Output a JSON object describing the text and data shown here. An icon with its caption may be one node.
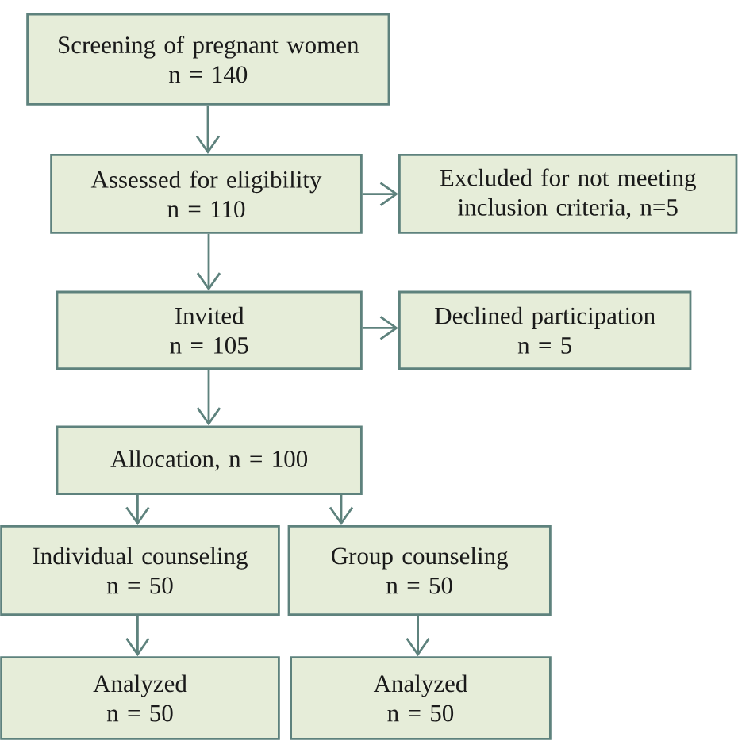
{
  "diagram": {
    "nodes": [
      {
        "text": [
          "Screening of pregnant women",
          "n = 140"
        ]
      },
      {
        "text": [
          "Assessed for eligibility",
          "n = 110"
        ]
      },
      {
        "text": [
          "Excluded for not meeting inclusion criteria, n=5"
        ]
      },
      {
        "text": [
          "Invited",
          "n = 105"
        ]
      },
      {
        "text": [
          "Declined participation",
          "n = 5"
        ]
      },
      {
        "text": [
          "Allocation, n = 100"
        ]
      },
      {
        "text": [
          "Individual counseling",
          "n = 50"
        ]
      },
      {
        "text": [
          "Group counseling",
          "n = 50"
        ]
      },
      {
        "text": [
          "Analyzed",
          "n = 50"
        ]
      },
      {
        "text": [
          "Analyzed",
          "n = 50"
        ]
      }
    ],
    "edges": [
      {
        "from": 0,
        "to": 1,
        "arrow": "to"
      },
      {
        "from": 1,
        "to": 2,
        "arrow": "to"
      },
      {
        "from": 1,
        "to": 3,
        "arrow": "to"
      },
      {
        "from": 3,
        "to": 4,
        "arrow": "to"
      },
      {
        "from": 3,
        "to": 5,
        "arrow": "to"
      },
      {
        "from": 5,
        "to": 6,
        "arrow": "to"
      },
      {
        "from": 5,
        "to": 7,
        "arrow": "to"
      },
      {
        "from": 6,
        "to": 8,
        "arrow": "to"
      },
      {
        "from": 7,
        "to": 9,
        "arrow": "to"
      }
    ]
  }
}
